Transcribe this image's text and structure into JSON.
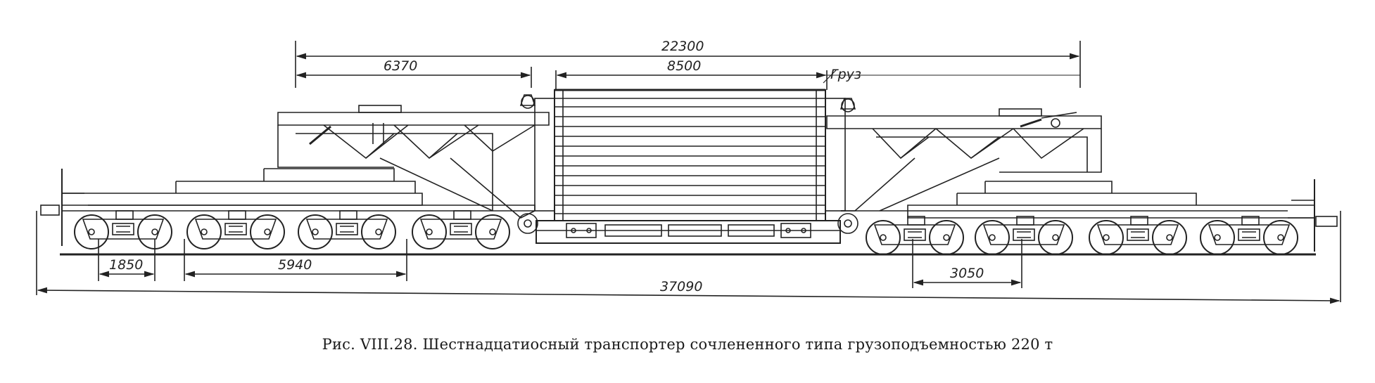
{
  "dimensions": {
    "total_length": "37090",
    "span_22300": "22300",
    "span_6370": "6370",
    "span_8500": "8500",
    "span_1850": "1850",
    "span_5940": "5940",
    "span_3050": "3050"
  },
  "labels": {
    "cargo": "Груз"
  },
  "caption": "Рис. VIII.28. Шестнадцатиосный транспортер сочлененного типа грузоподъемностью 220 т"
}
